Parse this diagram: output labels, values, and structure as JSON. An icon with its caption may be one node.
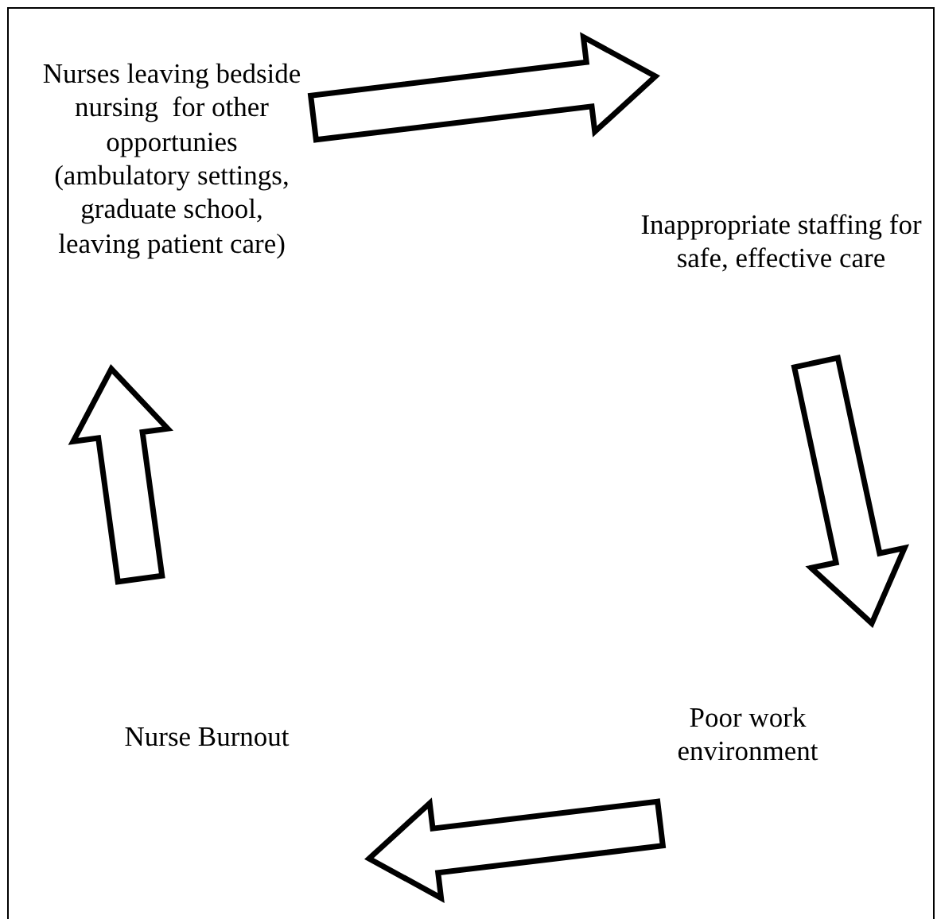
{
  "diagram": {
    "nodes": [
      {
        "text": [
          "Nurses leaving bedside nursing  for other opportunies (ambulatory settings, graduate school, leaving patient care)"
        ]
      },
      {
        "text": [
          "Inappropriate staffing for safe, effective care"
        ]
      },
      {
        "text": [
          "Poor work environment"
        ]
      },
      {
        "text": [
          "Nurse Burnout"
        ]
      }
    ],
    "edges": [
      {
        "from": 0,
        "to": 1,
        "arrow": "to"
      },
      {
        "from": 1,
        "to": 2,
        "arrow": "to"
      },
      {
        "from": 2,
        "to": 3,
        "arrow": "to"
      },
      {
        "from": 3,
        "to": 0,
        "arrow": "to"
      }
    ]
  }
}
